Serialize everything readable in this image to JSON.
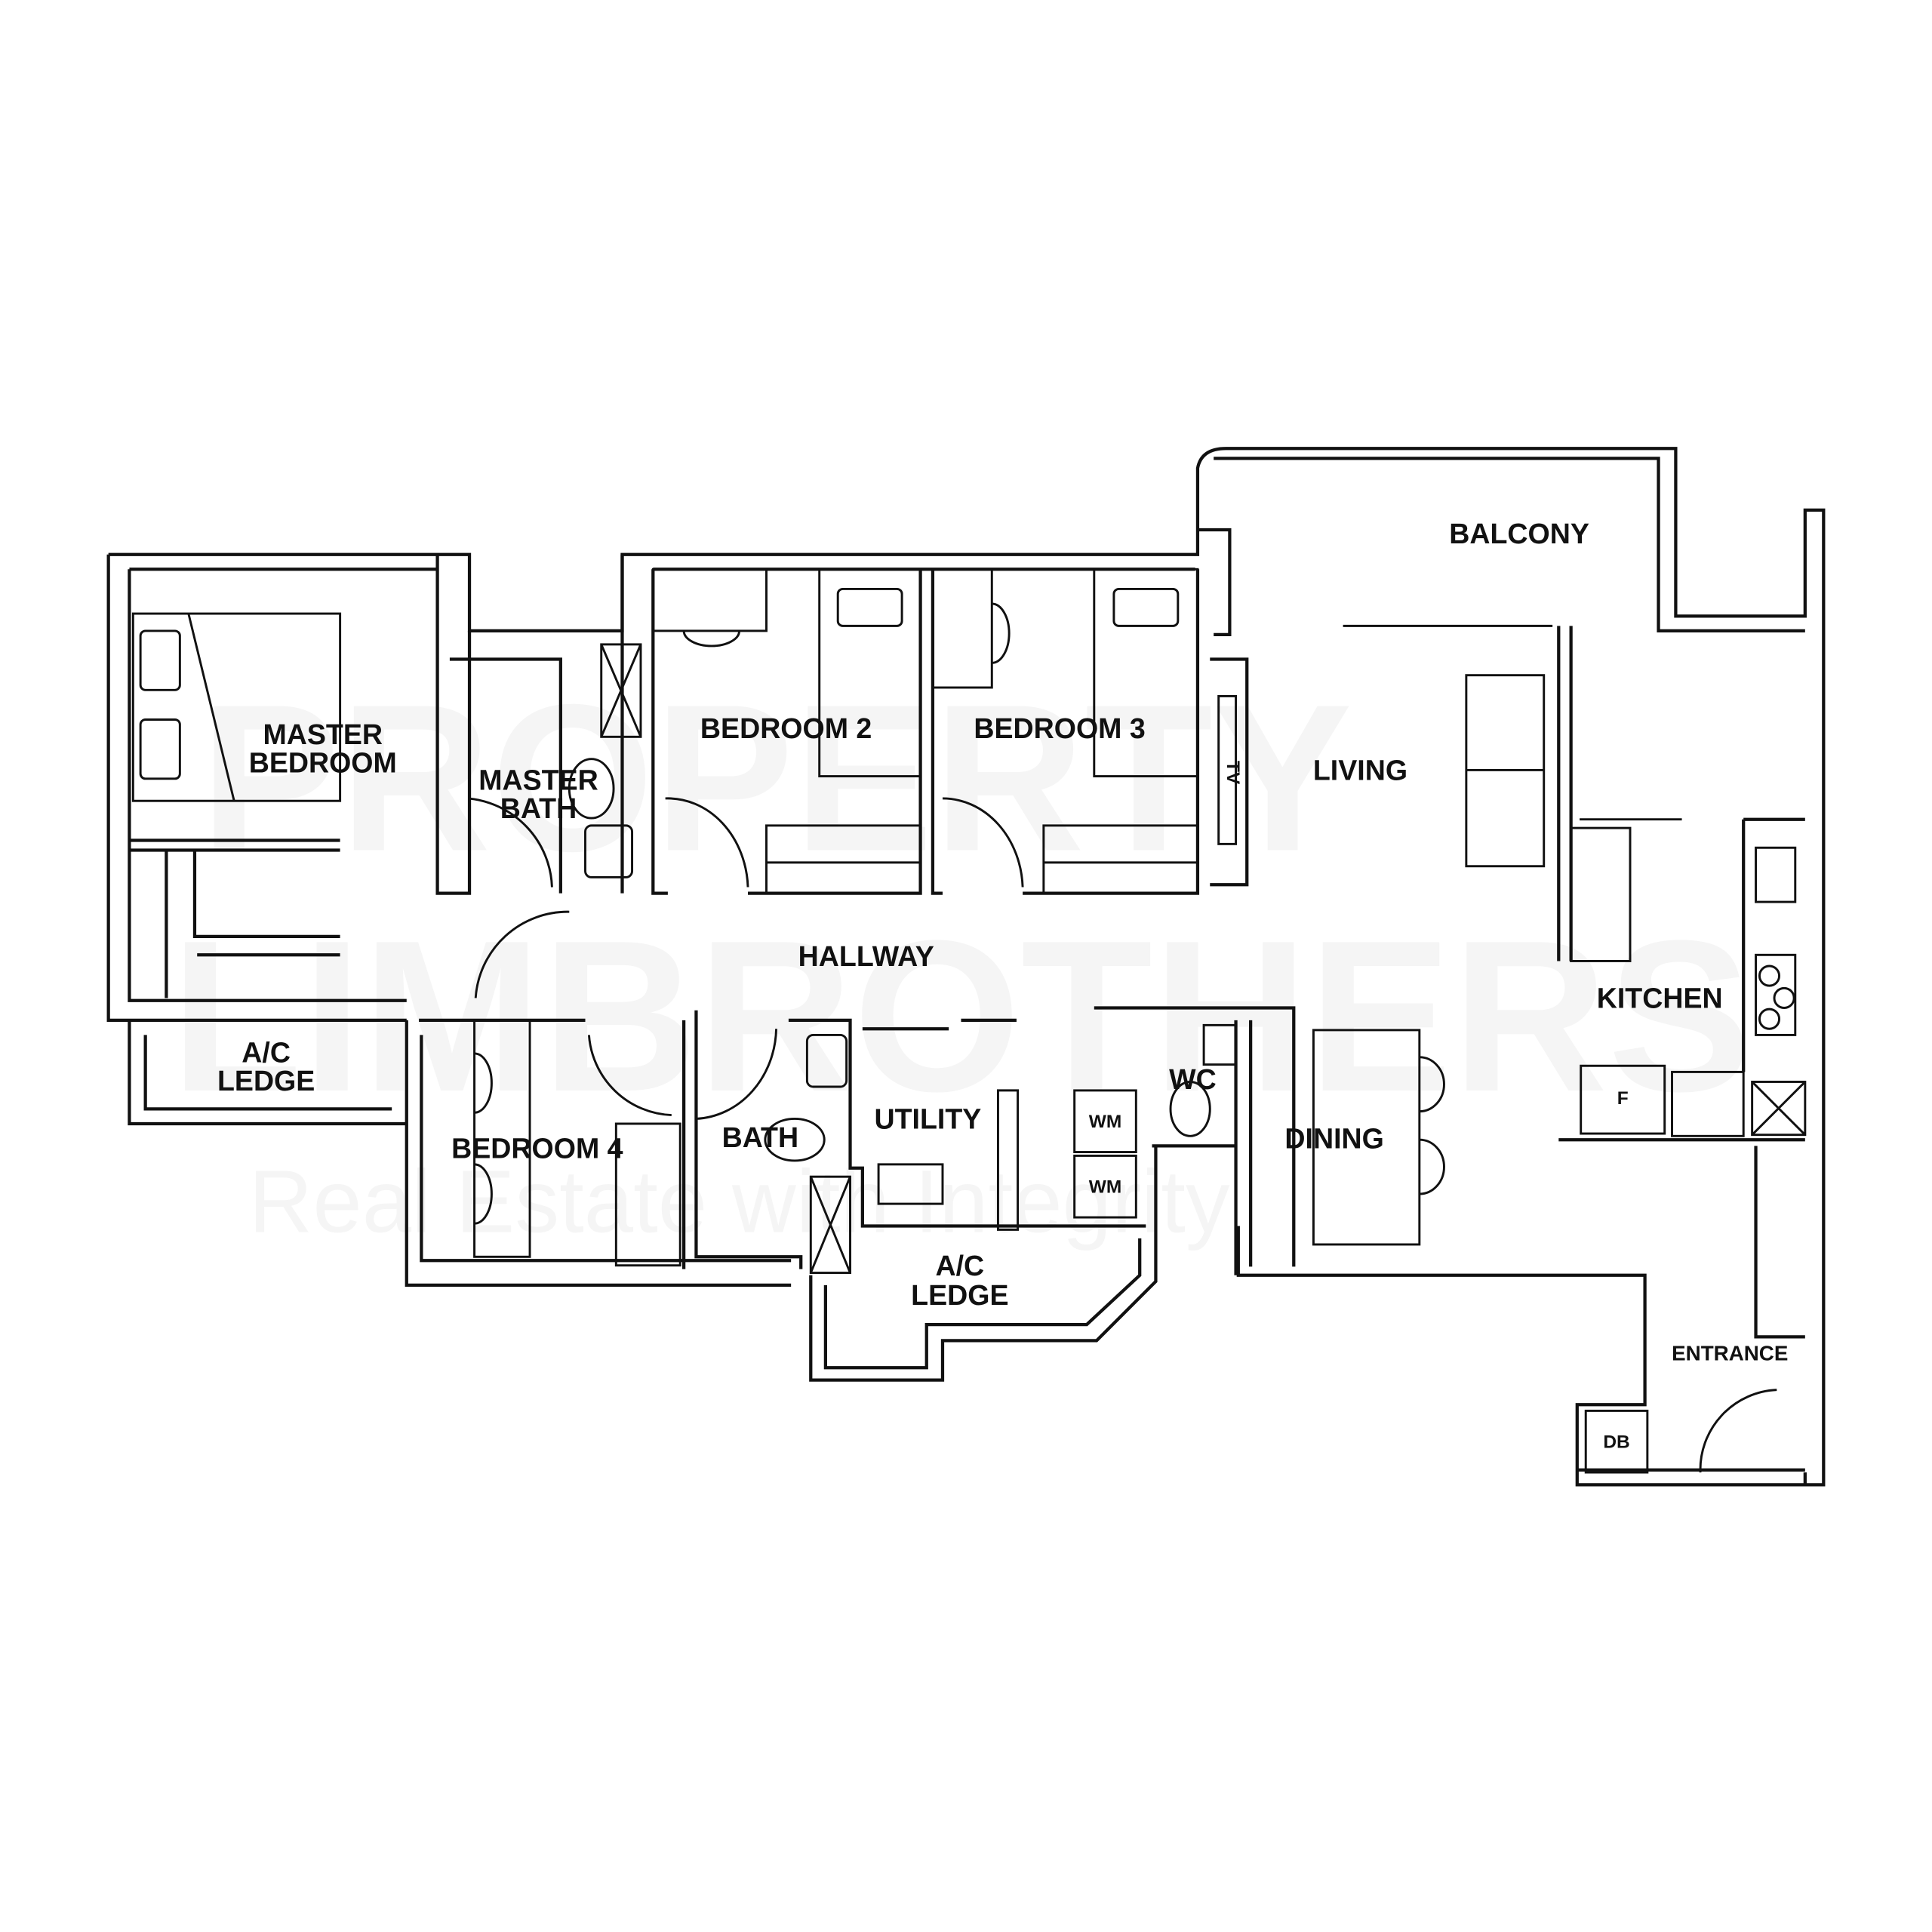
{
  "watermark": {
    "line1": "PROPERTY",
    "line2": "LIMBROTHERS",
    "tagline": "Real Estate with Integrity"
  },
  "rooms": {
    "balcony": "BALCONY",
    "master_bedroom_1": "MASTER",
    "master_bedroom_2": "BEDROOM",
    "master_bath_1": "MASTER",
    "master_bath_2": "BATH",
    "bedroom2": "BEDROOM 2",
    "bedroom3": "BEDROOM 3",
    "living": "LIVING",
    "hallway": "HALLWAY",
    "kitchen": "KITCHEN",
    "ac_ledge_1a": "A/C",
    "ac_ledge_1b": "LEDGE",
    "bedroom4": "BEDROOM 4",
    "bath": "BATH",
    "utility": "UTILITY",
    "wc": "WC",
    "dining": "DINING",
    "ac_ledge_2a": "A/C",
    "ac_ledge_2b": "LEDGE",
    "entrance": "ENTRANCE"
  },
  "fixtures": {
    "tv": "TV",
    "wm1": "WM",
    "wm2": "WM",
    "fridge": "F",
    "db": "DB"
  }
}
